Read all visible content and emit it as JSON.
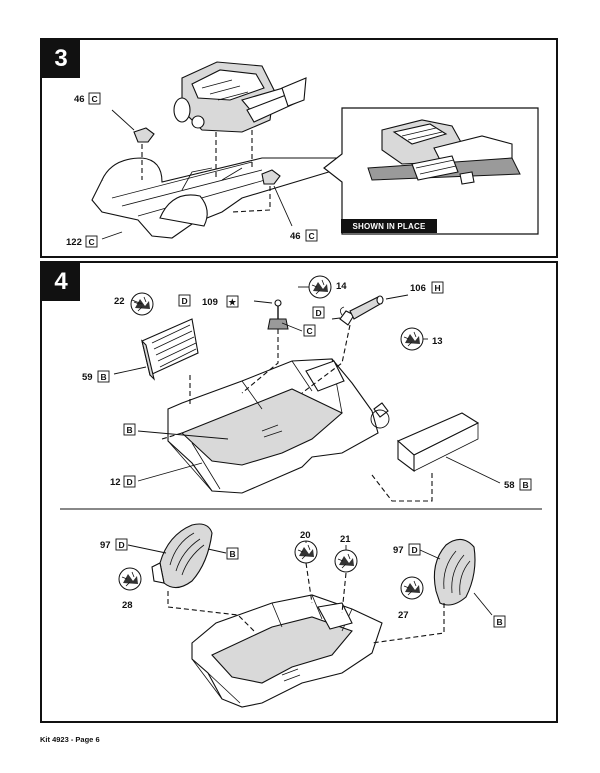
{
  "step3": {
    "number": "3",
    "callouts": [
      {
        "num": "46",
        "code": "C"
      },
      {
        "num": "46",
        "code": "C"
      },
      {
        "num": "122",
        "code": "C"
      }
    ],
    "inset_caption": "SHOWN IN PLACE"
  },
  "step4": {
    "number": "4",
    "callouts": [
      {
        "num": "22",
        "code": "D"
      },
      {
        "num": "109",
        "code": "★"
      },
      {
        "num": "14",
        "code": ""
      },
      {
        "num": "106",
        "code": "H"
      },
      {
        "num": "",
        "code": "D"
      },
      {
        "num": "",
        "code": "C"
      },
      {
        "num": "13",
        "code": ""
      },
      {
        "num": "59",
        "code": "B"
      },
      {
        "num": "",
        "code": "B"
      },
      {
        "num": "12",
        "code": "D"
      },
      {
        "num": "58",
        "code": "B"
      },
      {
        "num": "97",
        "code": "D"
      },
      {
        "num": "",
        "code": "B"
      },
      {
        "num": "28",
        "code": ""
      },
      {
        "num": "20",
        "code": ""
      },
      {
        "num": "21",
        "code": ""
      },
      {
        "num": "97",
        "code": "D"
      },
      {
        "num": "27",
        "code": ""
      },
      {
        "num": "",
        "code": "B"
      }
    ]
  },
  "footer": "Kit 4923 - Page 6"
}
